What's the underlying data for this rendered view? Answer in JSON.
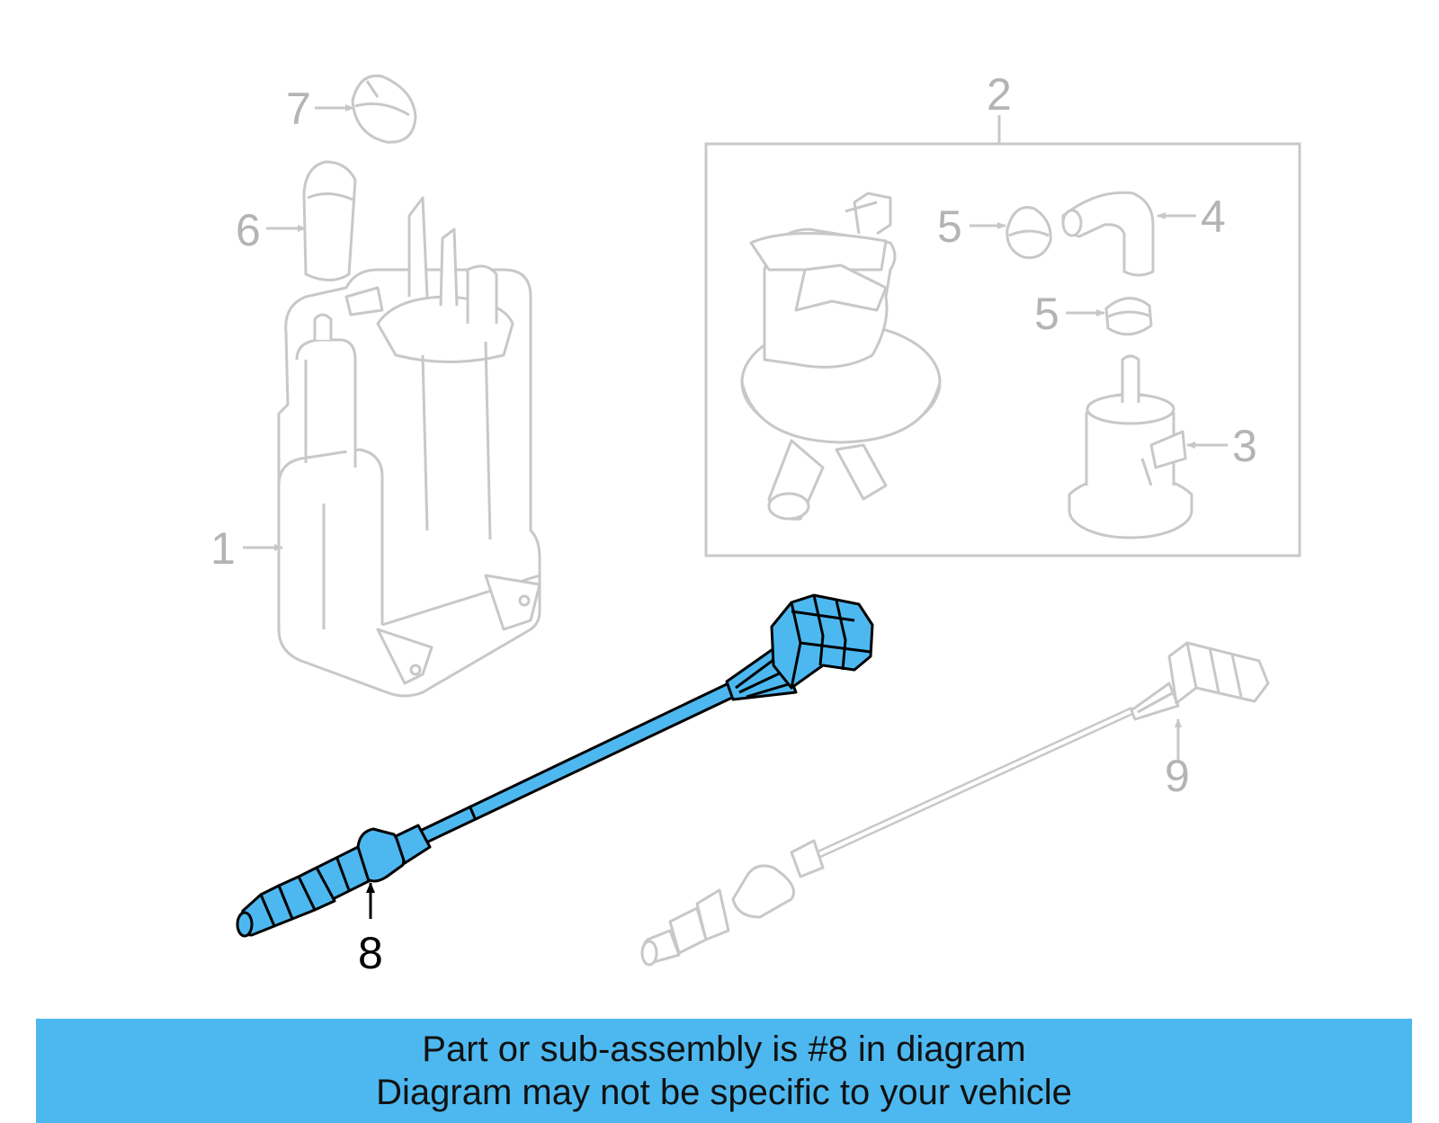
{
  "callouts": {
    "c1": "1",
    "c2": "2",
    "c3": "3",
    "c4": "4",
    "c5a": "5",
    "c5b": "5",
    "c6": "6",
    "c7": "7",
    "c8": "8",
    "c9": "9"
  },
  "highlighted_part": "8",
  "banner": {
    "line1": "Part or sub-assembly is #8 in diagram",
    "line2": "Diagram may not be specific to your vehicle"
  },
  "colors": {
    "highlight_fill": "#4db8f0",
    "ghost_stroke": "#c8c8c8",
    "ghost_text": "#b4b4b4",
    "active_stroke": "#000000",
    "banner_bg": "#4db8f0"
  }
}
